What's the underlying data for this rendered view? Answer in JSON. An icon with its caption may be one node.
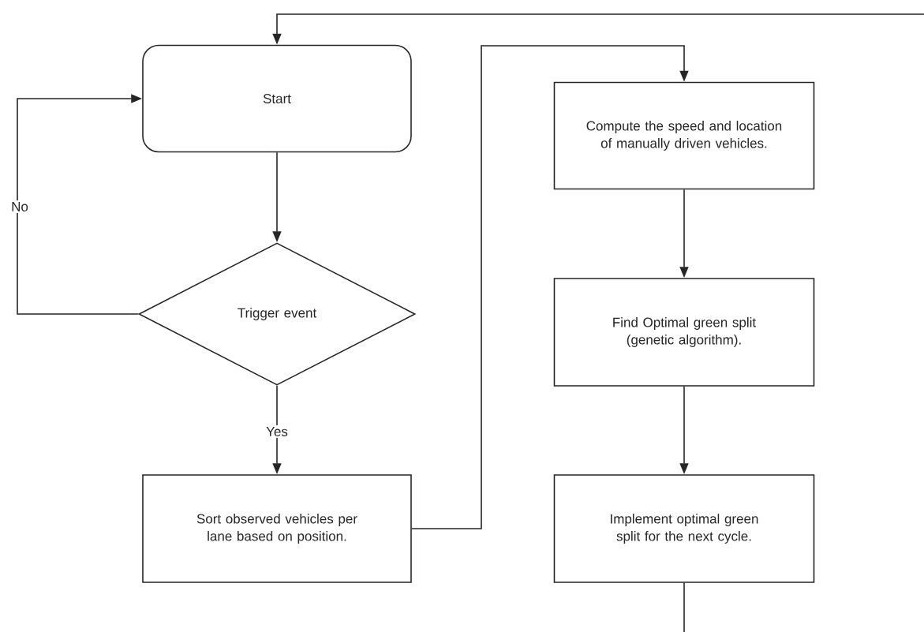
{
  "diagram": {
    "nodes": [
      {
        "text": [
          "Start"
        ]
      },
      {
        "text": [
          "Trigger event"
        ]
      },
      {
        "text": [
          "Sort observed vehicles per lane based on position."
        ]
      },
      {
        "text": [
          "Compute the speed and location of manually driven vehicles."
        ]
      },
      {
        "text": [
          "Find Optimal green split (genetic algorithm)."
        ]
      },
      {
        "text": [
          "Implement optimal green split for the next cycle."
        ]
      }
    ],
    "edges": [
      {
        "from": 0,
        "to": 1,
        "arrow": "to"
      },
      {
        "from": 1,
        "to": 0,
        "arrow": "to",
        "label": "No"
      },
      {
        "from": 1,
        "to": 2,
        "arrow": "to",
        "label": "Yes"
      },
      {
        "from": 2,
        "to": 3,
        "arrow": "to"
      },
      {
        "from": 3,
        "to": 4,
        "arrow": "to"
      },
      {
        "from": 4,
        "to": 5,
        "arrow": "to"
      },
      {
        "from": 5,
        "to": null,
        "arrow": "none"
      },
      {
        "from": null,
        "to": 0,
        "arrow": "to"
      }
    ]
  }
}
